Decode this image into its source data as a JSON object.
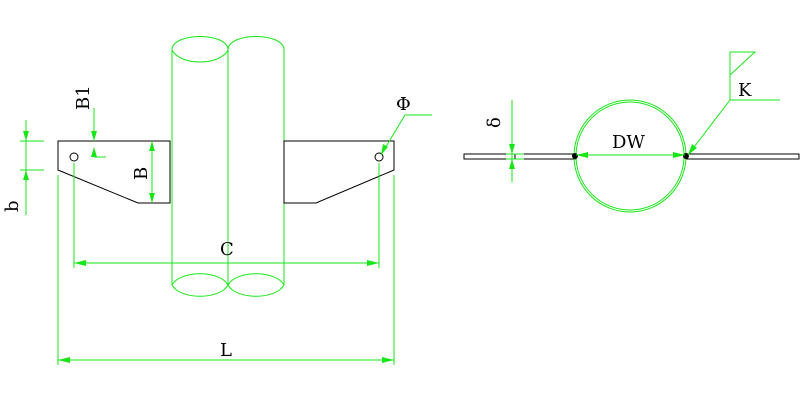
{
  "labels": {
    "b1": "B1",
    "b": "b",
    "B": "B",
    "C": "C",
    "L": "L",
    "phi": "Φ",
    "delta": "δ",
    "dw": "DW",
    "k": "K"
  },
  "colors": {
    "dimension": "#19e619",
    "outline": "#000000",
    "background": "#ffffff"
  }
}
